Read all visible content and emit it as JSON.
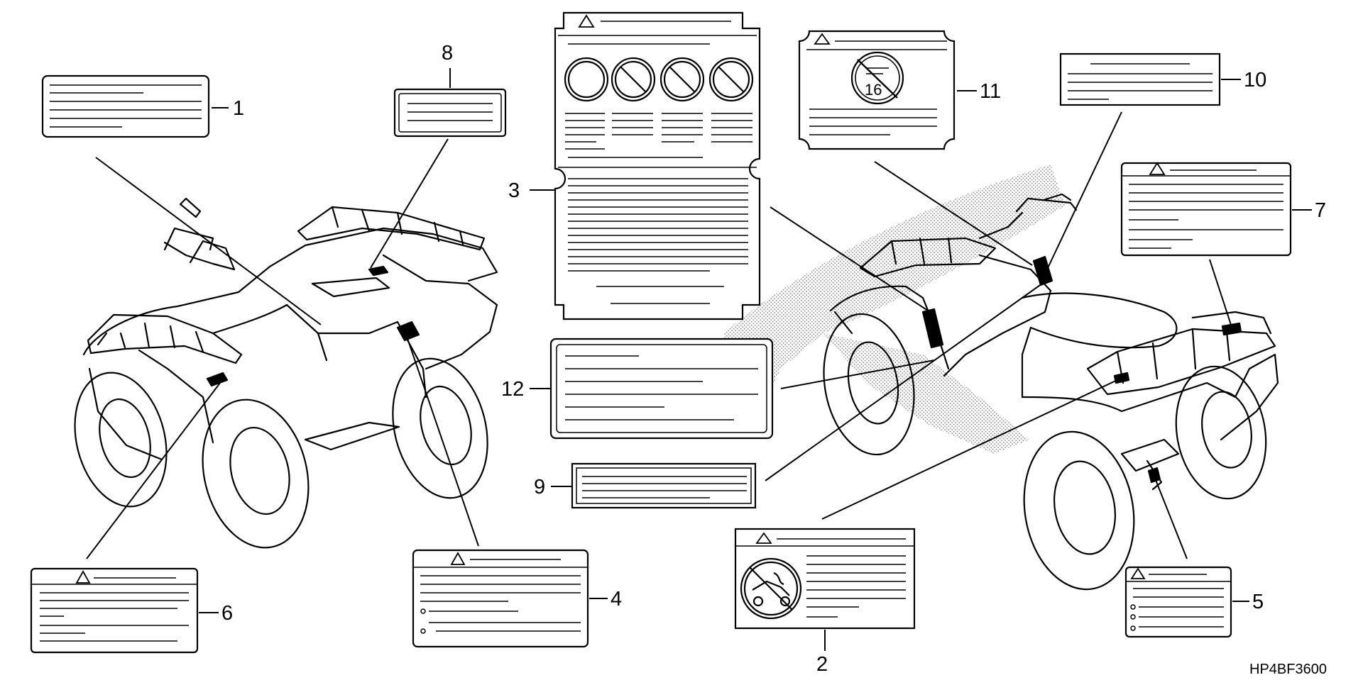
{
  "diagram": {
    "code": "HP4BF3600",
    "callouts": [
      {
        "id": "1",
        "label": "1"
      },
      {
        "id": "2",
        "label": "2"
      },
      {
        "id": "3",
        "label": "3"
      },
      {
        "id": "4",
        "label": "4"
      },
      {
        "id": "5",
        "label": "5"
      },
      {
        "id": "6",
        "label": "6"
      },
      {
        "id": "7",
        "label": "7"
      },
      {
        "id": "8",
        "label": "8"
      },
      {
        "id": "9",
        "label": "9"
      },
      {
        "id": "10",
        "label": "10"
      },
      {
        "id": "11",
        "label": "11"
      },
      {
        "id": "12",
        "label": "12"
      }
    ],
    "age_icon_text": "16",
    "colors": {
      "ink": "#000000",
      "paper": "#ffffff",
      "stipple": "#8a8a8a"
    },
    "icons": [
      "warning-triangle-icon",
      "prohibition-icon",
      "age-restriction-icon",
      "no-passenger-icon"
    ]
  }
}
